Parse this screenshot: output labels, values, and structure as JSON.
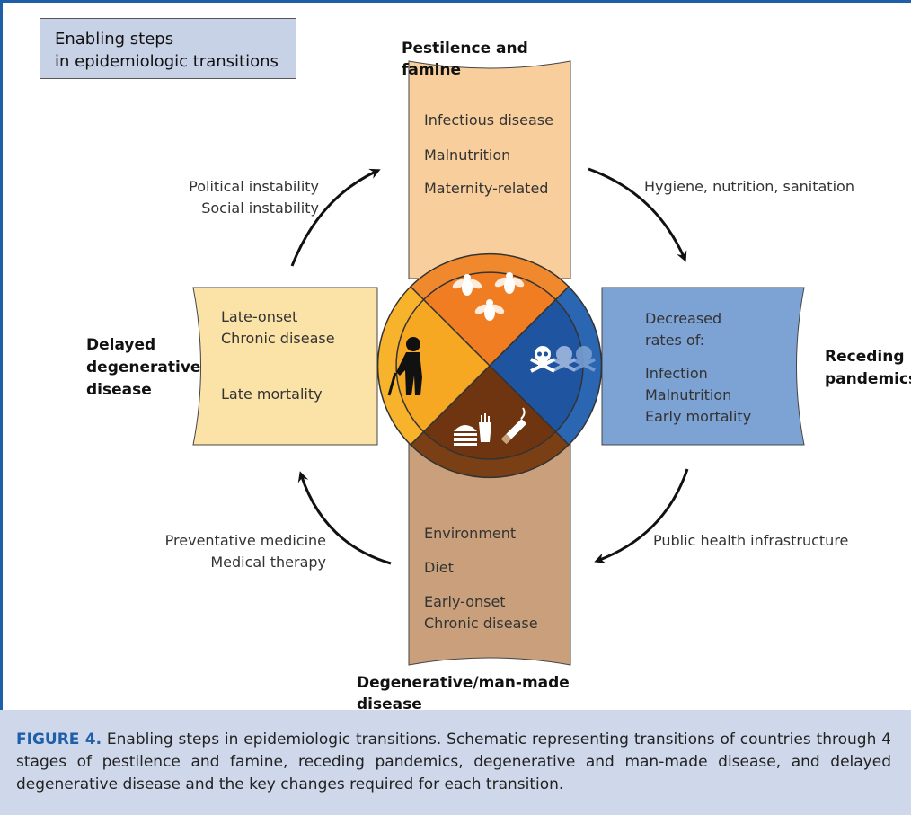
{
  "title_box": {
    "line1": "Enabling steps",
    "line2": "in epidemiologic transitions"
  },
  "stages": {
    "top": {
      "label": "Pestilence and famine",
      "items": [
        "Infectious disease",
        "Malnutrition",
        "Maternity-related"
      ],
      "color": "#f8cf9c",
      "wedge_color": "#f0892e"
    },
    "right": {
      "label_line1": "Receding",
      "label_line2": "pandemics",
      "items": [
        "Decreased",
        "rates of:",
        "Infection",
        "Malnutrition",
        "Early mortality"
      ],
      "color": "#7da2d4",
      "wedge_color": "#2a66b2"
    },
    "bottom": {
      "label": "Degenerative/man-made disease",
      "items": [
        "Environment",
        "Diet",
        "Early-onset",
        "Chronic disease"
      ],
      "color": "#c9a07b",
      "wedge_color": "#7a3f15"
    },
    "left": {
      "label_line1": "Delayed",
      "label_line2": "degenerative",
      "label_line3": "disease",
      "items": [
        "Late-onset",
        "Chronic disease",
        "Late mortality"
      ],
      "color": "#fbe3a8",
      "wedge_color": "#f7b32b"
    }
  },
  "transitions": {
    "top_left": [
      "Political instability",
      "Social instability"
    ],
    "top_right": [
      "Hygiene, nutrition, sanitation"
    ],
    "bottom_right": [
      "Public health infrastructure"
    ],
    "bottom_left": [
      "Preventative medicine",
      "Medical therapy"
    ]
  },
  "icons": [
    "flies-icon",
    "skull-crossbones-icon",
    "fast-food-cigarette-icon",
    "elderly-person-icon"
  ],
  "caption": {
    "figure_label": "FIGURE 4.",
    "text": " Enabling steps in epidemiologic transitions. Schematic representing transitions of countries through 4 stages of pestilence and famine, receding pandemics, degenerative and man-made disease, and delayed degenerative disease and the key changes required for each transition."
  }
}
